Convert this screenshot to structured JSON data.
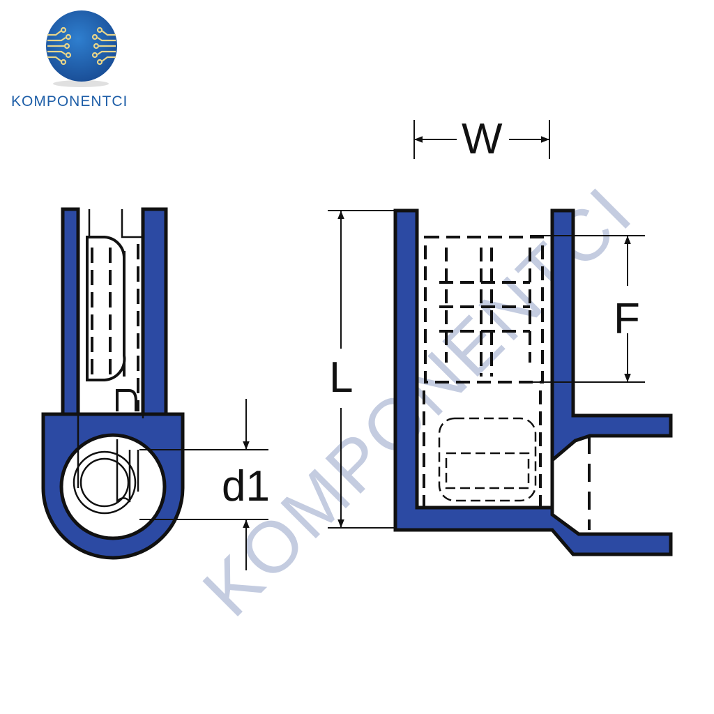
{
  "logo": {
    "brand_name": "KOMPONENTCI"
  },
  "watermark": {
    "text": "KOMPONENTCI"
  },
  "dimensions": {
    "width_label": "W",
    "length_label": "L",
    "f_label": "F",
    "diameter_label": "d1"
  },
  "colors": {
    "insulation": "#2c4aa3",
    "outline": "#111111",
    "logo_blue": "#1f5fa8",
    "logo_gold": "#e8d58a"
  }
}
